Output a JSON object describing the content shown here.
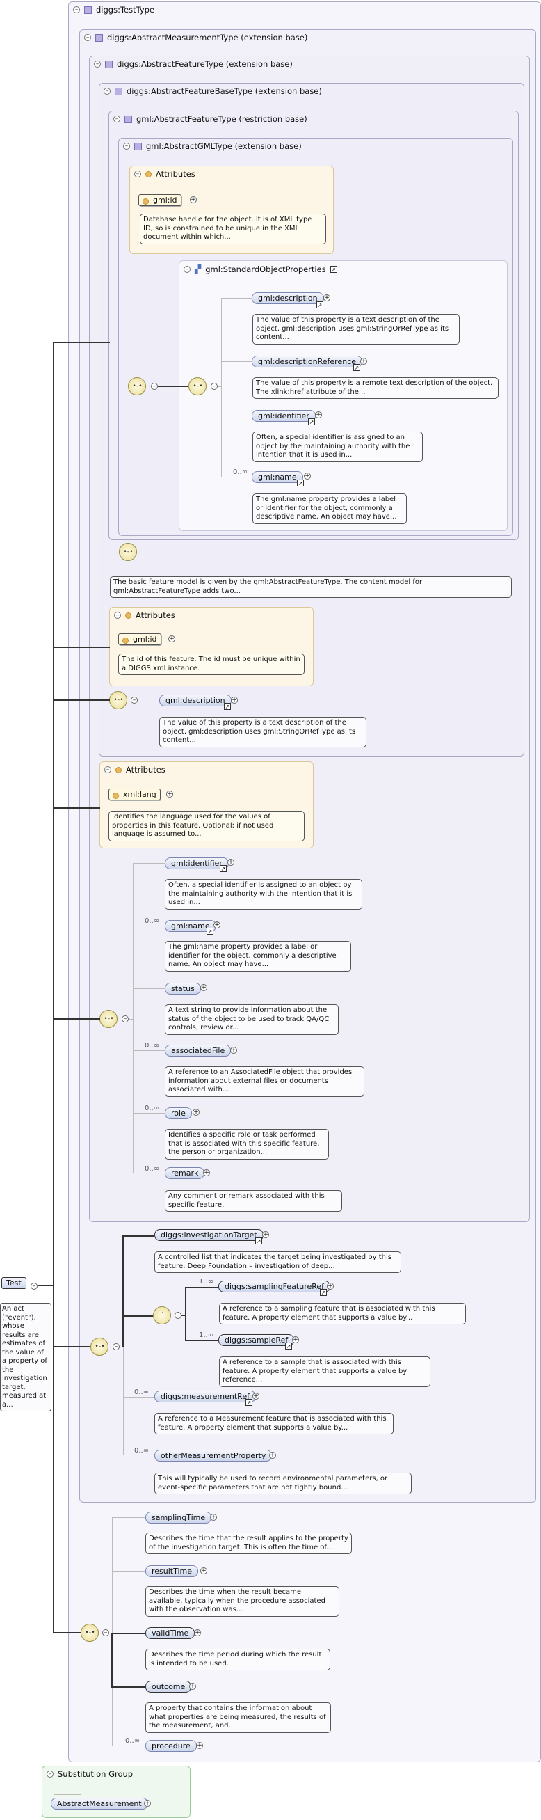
{
  "root": {
    "label": "Test",
    "description": "An act (\"event\"), whose results are estimates of the value of a property of the investigation  target, measured at a..."
  },
  "frames": {
    "testtype": "diggs:TestType",
    "abstract_measurement": "diggs:AbstractMeasurementType (extension base)",
    "abstract_feature": "diggs:AbstractFeatureType (extension base)",
    "abstract_feature_base": "diggs:AbstractFeatureBaseType (extension base)",
    "gml_abstract_feature": "gml:AbstractFeatureType (restriction base)",
    "gml_abstract_gml": "gml:AbstractGMLType (extension base)",
    "std_props": "gml:StandardObjectProperties"
  },
  "attributes_label": "Attributes",
  "gml_attrs": {
    "name": "gml:id",
    "desc": "Database handle for the object. It is of XML type ID, so is constrained to be unique in the XML document within which..."
  },
  "std_elements": [
    {
      "name": "gml:description",
      "desc": "The value of this property is a text description of the object. gml:description uses gml:StringOrRefType as its content..."
    },
    {
      "name": "gml:descriptionReference",
      "desc": "The value of this property is a remote text description of the object. The xlink:href attribute of the..."
    },
    {
      "name": "gml:identifier",
      "desc": "Often, a special identifier is assigned to an object by the maintaining authority with the intention that it is used in..."
    },
    {
      "name": "gml:name",
      "card": "0..∞",
      "desc": "The gml:name property provides a label or identifier for the object, commonly a descriptive name. An object may have..."
    }
  ],
  "feature_annotation": "The basic feature model is given by the gml:AbstractFeatureType. The content model for gml:AbstractFeatureType adds two...",
  "base_attr": {
    "name": "gml:id",
    "desc": "The id of this feature. The id must be unique within a DIGGS xml instance."
  },
  "base_desc": {
    "name": "gml:description",
    "desc": "The value of this property is a text description of the object. gml:description uses gml:StringOrRefType as its content..."
  },
  "feat_attr": {
    "name": "xml:lang",
    "desc": "Identifies the language used for the values of properties in this feature. Optional; if not used language is assumed to..."
  },
  "feat_elements": [
    {
      "name": "gml:identifier",
      "card": "",
      "desc": "Often, a special identifier is assigned to an object by the maintaining authority with the intention that it is used in..."
    },
    {
      "name": "gml:name",
      "card": "0..∞",
      "desc": "The gml:name property provides a label or identifier for the object, commonly a descriptive name. An object may have..."
    },
    {
      "name": "status",
      "card": "",
      "desc": "A text string to provide information about the status of the object to be used to track QA/QC controls, review or..."
    },
    {
      "name": "associatedFile",
      "card": "0..∞",
      "desc": "A reference to an AssociatedFile object that provides information about external files or documents associated with..."
    },
    {
      "name": "role",
      "card": "0..∞",
      "desc": "Identifies a specific role or task performed that is associated with this specific feature, the person or organization..."
    },
    {
      "name": "remark",
      "card": "0..∞",
      "desc": "Any comment or remark associated with this specific feature."
    }
  ],
  "measure_elements": {
    "target": {
      "name": "diggs:investigationTarget",
      "desc": "A controlled list that indicates the target being investigated by this feature: Deep Foundation – investigation of deep..."
    },
    "choice": [
      {
        "name": "diggs:samplingFeatureRef",
        "card": "1..∞",
        "desc": "A reference to a sampling feature that is associated with this feature. A property element that supports a value by..."
      },
      {
        "name": "diggs:sampleRef",
        "card": "1..∞",
        "desc": "A reference to a sample that is associated with this feature. A property element that supports a value by reference..."
      }
    ],
    "measurementRef": {
      "name": "diggs:measurementRef",
      "card": "0..∞",
      "desc": "A reference to a Measurement feature that is associated with this feature. A property element that supports a value by..."
    },
    "other": {
      "name": "otherMeasurementProperty",
      "card": "0..∞",
      "desc": "This will typically be used to record environmental parameters, or event-specific parameters that are not tightly bound..."
    }
  },
  "test_elements": [
    {
      "name": "samplingTime",
      "card": "",
      "desc": "Describes the time that the result applies to the property of the investigation target. This is often the time of..."
    },
    {
      "name": "resultTime",
      "card": "",
      "desc": "Describes the time when the result became available, typically when the procedure associated with the observation was..."
    },
    {
      "name": "validTime",
      "card": "",
      "desc": "Describes the time period during which the result is intended to be used."
    },
    {
      "name": "outcome",
      "card": "",
      "desc": "A property that contains the information about what properties are being measured, the results of the measurement, and..."
    },
    {
      "name": "procedure",
      "card": "0..∞",
      "desc": ""
    }
  ],
  "substitution": {
    "title": "Substitution Group",
    "item": "AbstractMeasurement"
  },
  "colors": {
    "frame_border": "#a9a9c6",
    "frame_fill": "#eeecf8",
    "attr_fill": "#fdf6e6",
    "element_fill": "#cdd6ec",
    "subst_fill": "#eef8ee"
  },
  "icons": [
    "collapse-toggle-icon",
    "type-square-icon",
    "attribute-dot-icon",
    "sequence-icon",
    "choice-icon",
    "expand-plus-icon",
    "link-arrow-icon"
  ]
}
